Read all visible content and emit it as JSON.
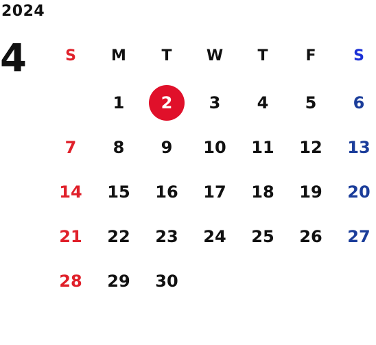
{
  "year": "2024",
  "month": "4",
  "colors": {
    "sunday": "#e0202a",
    "saturday_header": "#1a2fd6",
    "saturday": "#1b3d9a",
    "weekday": "#111111",
    "highlight_bg": "#e0102a",
    "highlight_text": "#ffffff"
  },
  "weekdays": [
    "S",
    "M",
    "T",
    "W",
    "T",
    "F",
    "S"
  ],
  "weeks": [
    [
      "",
      "1",
      "2",
      "3",
      "4",
      "5",
      "6"
    ],
    [
      "7",
      "8",
      "9",
      "10",
      "11",
      "12",
      "13"
    ],
    [
      "14",
      "15",
      "16",
      "17",
      "18",
      "19",
      "20"
    ],
    [
      "21",
      "22",
      "23",
      "24",
      "25",
      "26",
      "27"
    ],
    [
      "28",
      "29",
      "30",
      "",
      "",
      "",
      ""
    ]
  ],
  "highlighted_day": "2"
}
